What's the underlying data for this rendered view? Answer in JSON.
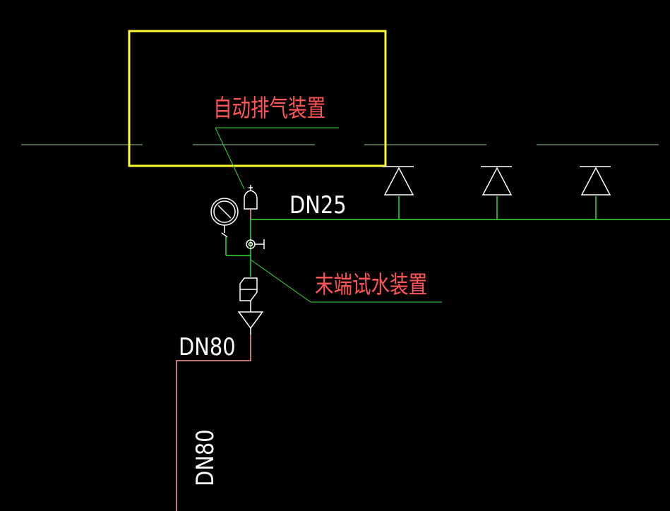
{
  "labels": {
    "air_release": "自动排气装置",
    "end_test": "末端试水装置",
    "dn25": "DN25",
    "dn80_horizontal": "DN80",
    "dn80_vertical": "DN80"
  },
  "colors": {
    "background": "#000000",
    "highlight_box": "#ffff33",
    "pipe_green": "#33dd33",
    "pipe_pink": "#ff9999",
    "guide_line": "#99cc99",
    "text_red": "#ff5555",
    "text_white": "#ffffff",
    "symbol_white": "#ffffff"
  },
  "symbols": {
    "sprinklers": "sprinkler-head-icon",
    "gauge": "pressure-gauge-icon",
    "vent": "air-release-valve-icon",
    "test_valve": "test-valve-icon",
    "check": "check-valve-icon",
    "funnel": "drain-funnel-icon"
  }
}
